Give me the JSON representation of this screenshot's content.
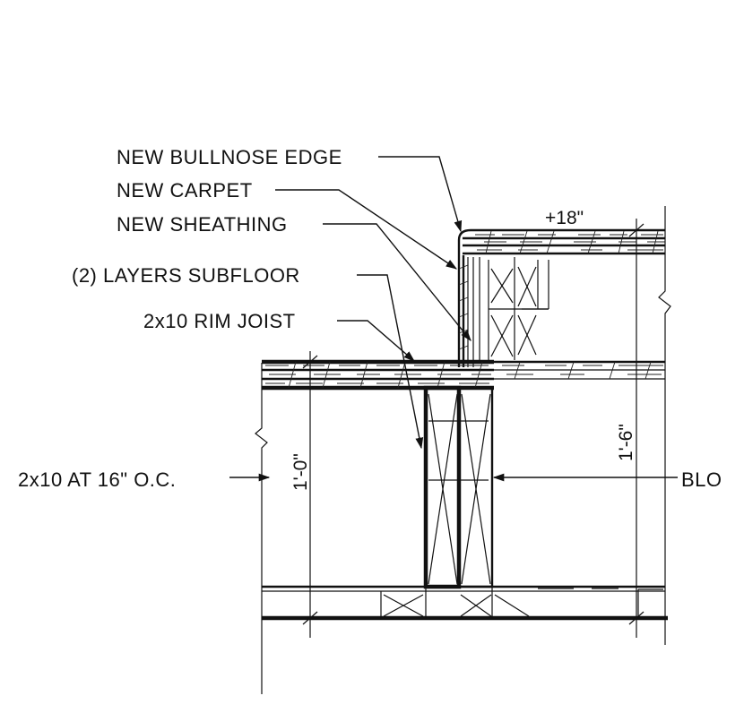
{
  "callouts": {
    "bullnose": "NEW BULLNOSE EDGE",
    "carpet": "NEW CARPET",
    "sheathing": "NEW SHEATHING",
    "subfloor": "(2) LAYERS SUBFLOOR",
    "rim_joist": "2x10 RIM JOIST",
    "joists": "2x10 AT 16\" O.C.",
    "blocking": "BLO"
  },
  "dimensions": {
    "step_height": "+18\"",
    "lower_depth": "1'-0\"",
    "upper_depth": "1'-6\""
  }
}
